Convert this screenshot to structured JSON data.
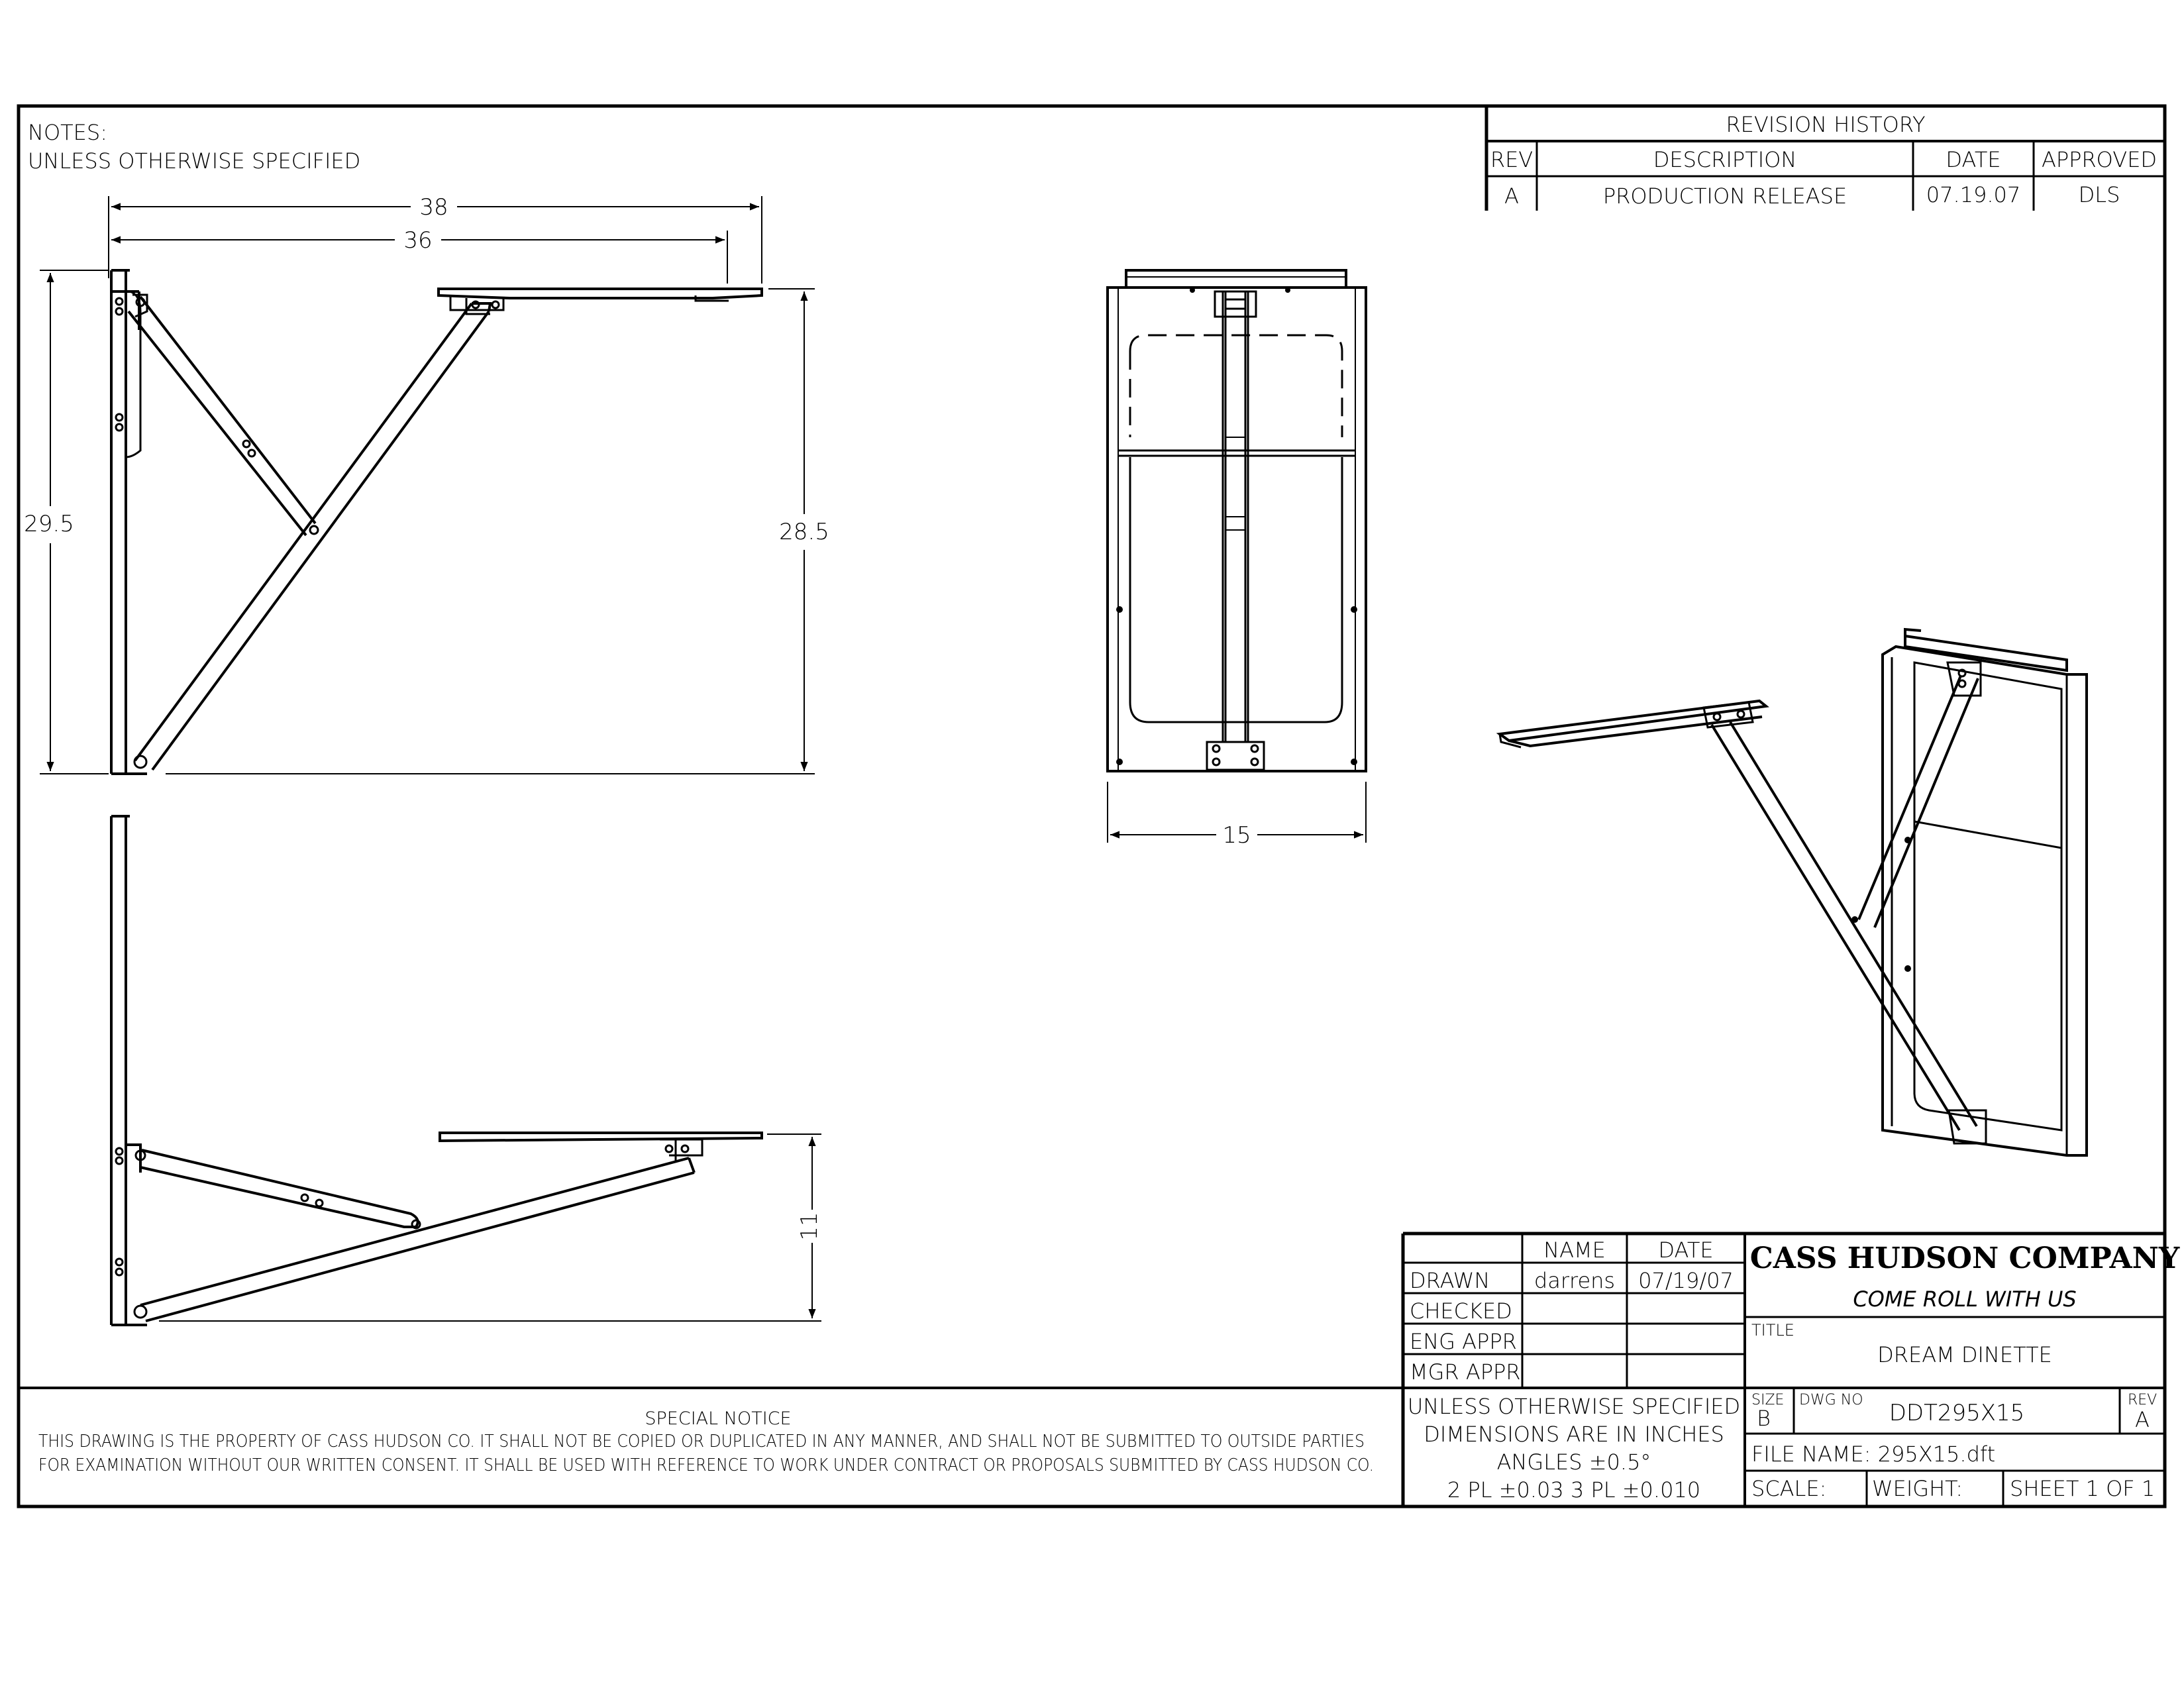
{
  "notes": {
    "heading": "NOTES:",
    "line1": "UNLESS OTHERWISE SPECIFIED"
  },
  "revision_history": {
    "title": "REVISION HISTORY",
    "headers": {
      "rev": "REV",
      "description": "DESCRIPTION",
      "date": "DATE",
      "approved": "APPROVED"
    },
    "rows": [
      {
        "rev": "A",
        "description": "PRODUCTION RELEASE",
        "date": "07.19.07",
        "approved": "DLS"
      }
    ]
  },
  "dimensions": {
    "overall_depth": "38",
    "table_depth": "36",
    "overall_height": "29.5",
    "table_height": "28.5",
    "width": "15",
    "folded_height": "11"
  },
  "title_block": {
    "approvals": {
      "name_header": "NAME",
      "date_header": "DATE",
      "rows": [
        {
          "role": "DRAWN",
          "name": "darrens",
          "date": "07/19/07"
        },
        {
          "role": "CHECKED",
          "name": "",
          "date": ""
        },
        {
          "role": "ENG APPR",
          "name": "",
          "date": ""
        },
        {
          "role": "MGR APPR",
          "name": "",
          "date": ""
        }
      ]
    },
    "company": "CASS HUDSON COMPANY",
    "tagline": "COME ROLL WITH US",
    "title_label": "TITLE",
    "title": "DREAM DINETTE",
    "tolerances": {
      "line1": "UNLESS OTHERWISE SPECIFIED",
      "line2": "DIMENSIONS ARE IN INCHES",
      "line3": "ANGLES ±0.5°",
      "line4": "2 PL ±0.03 3 PL ±0.010"
    },
    "size_label": "SIZE",
    "size": "B",
    "dwg_no_label": "DWG NO",
    "dwg_no": "DDT295X15",
    "rev_label": "REV",
    "rev": "A",
    "file_name": "FILE NAME: 295X15.dft",
    "scale": "SCALE:",
    "weight": "WEIGHT:",
    "sheet": "SHEET  1  OF 1"
  },
  "special_notice": {
    "title": "SPECIAL NOTICE",
    "line1": "THIS DRAWING IS THE PROPERTY OF CASS HUDSON CO. IT SHALL NOT BE COPIED OR DUPLICATED IN ANY MANNER, AND SHALL NOT BE SUBMITTED TO OUTSIDE PARTIES",
    "line2": "FOR EXAMINATION WITHOUT OUR WRITTEN CONSENT. IT SHALL BE USED WITH REFERENCE TO WORK UNDER CONTRACT OR PROPOSALS SUBMITTED BY CASS HUDSON CO."
  }
}
